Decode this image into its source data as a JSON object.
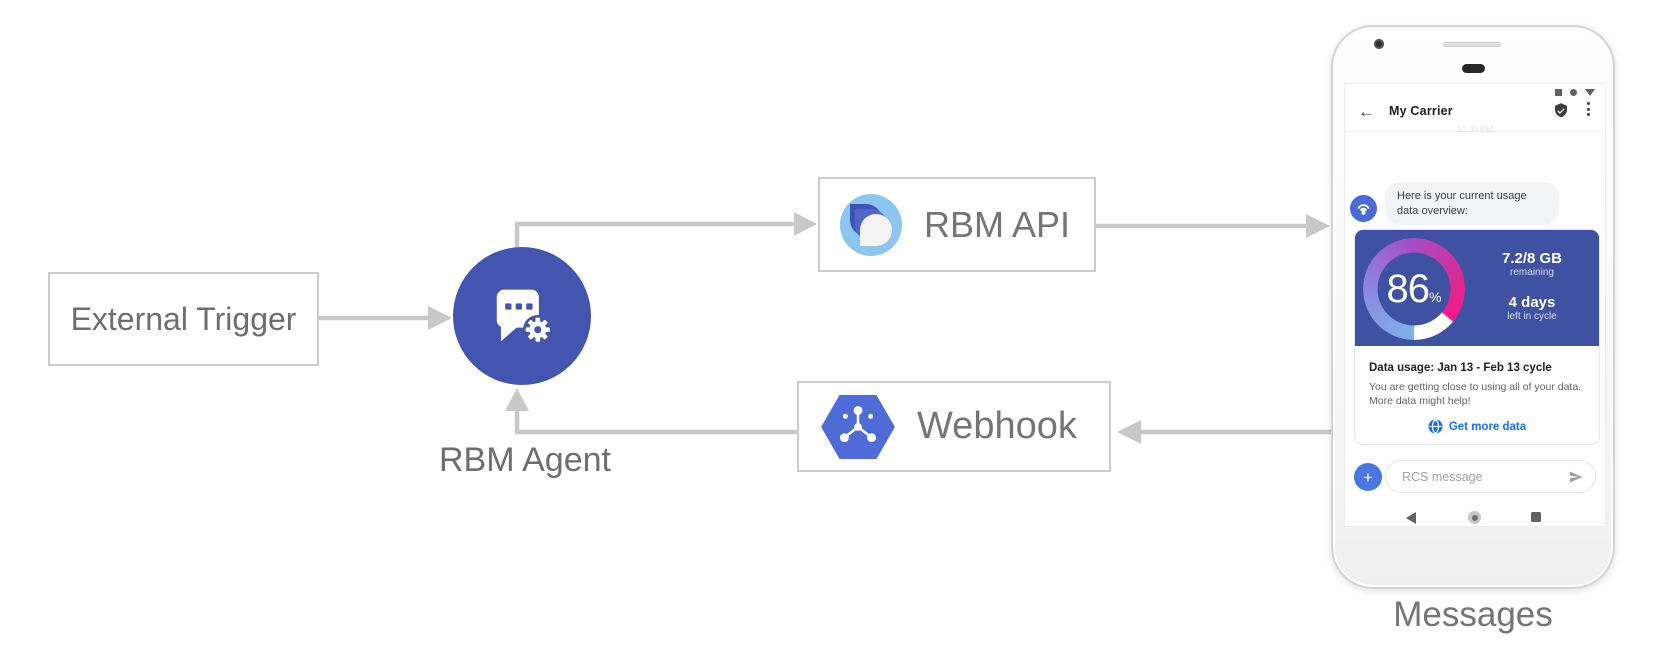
{
  "diagram": {
    "nodes": {
      "external_trigger": "External Trigger",
      "rbm_agent": "RBM Agent",
      "rbm_api": "RBM API",
      "webhook": "Webhook"
    },
    "phone_caption": "Messages"
  },
  "phone": {
    "header": {
      "title": "My Carrier"
    },
    "faint_timestamp": "12:30 PM",
    "chat": {
      "bubble_text": "Here is your current usage data overview:",
      "usage_card": {
        "percent": "86",
        "percent_sign": "%",
        "remaining_value": "7.2/8 GB",
        "remaining_label": "remaining",
        "cycle_value": "4 days",
        "cycle_label": "left in cycle",
        "title": "Data usage: Jan 13 - Feb 13 cycle",
        "body_line1": "You are getting close to using all of your data.",
        "body_line2": "More data might help!",
        "action": "Get more data"
      }
    },
    "composer": {
      "placeholder": "RCS message",
      "plus_glyph": "+"
    }
  },
  "icons": {
    "agent": "chat-bubble-with-gear",
    "rbm_api_logo": "layered-teardrop-rcs-logo",
    "webhook_logo": "pubsub-hexagon",
    "avatar": "carrier-antenna",
    "header_left": "back-arrow",
    "header_right": [
      "verified-shield",
      "overflow-menu"
    ],
    "status_bar": [
      "square",
      "circle",
      "triangle-down"
    ],
    "action": "globe",
    "composer": [
      "plus",
      "send"
    ],
    "nav_bar": [
      "back-triangle",
      "home-circle",
      "recents-square"
    ]
  },
  "colors": {
    "agent_circle": "#4355ae",
    "card_indigo": "#3f51a3",
    "avatar_blue": "#4a6ad4",
    "compose_blue": "#4a76e2",
    "action_blue": "#1a73e8",
    "hexagon_blue": "#4e6bd8",
    "logo_light_blue": "#8cc5f0",
    "logo_dark_blue": "#3f51bd",
    "gauge_gradient": [
      "#7fb3e8",
      "#8a8ae0",
      "#a44fc6",
      "#e0268f",
      "#f01a8c"
    ],
    "gauge_gap": "#ffffff",
    "arrow_gray": "#c8c8c8",
    "label_gray": "#757575"
  }
}
